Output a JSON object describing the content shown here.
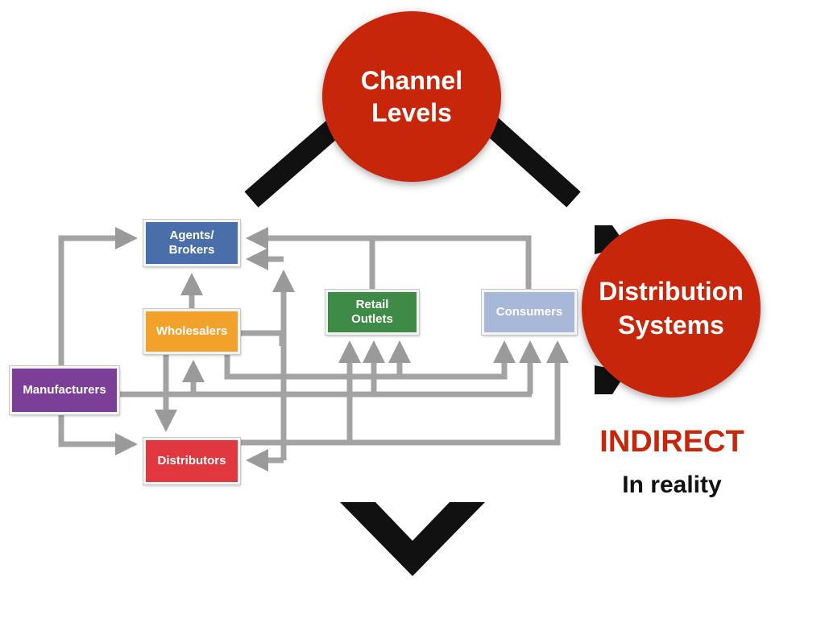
{
  "circles": {
    "channel_levels": "Channel\nLevels",
    "distribution_systems": "Distribution\nSystems"
  },
  "boxes": {
    "agents": "Agents/\nBrokers",
    "wholesalers": "Wholesalers",
    "manufacturers": "Manufacturers",
    "distributors": "Distributors",
    "retail": "Retail\nOutlets",
    "consumers": "Consumers"
  },
  "labels": {
    "indirect": "INDIRECT",
    "reality": "In reality"
  },
  "colors": {
    "accent_red": "#c8260a",
    "agents": "#4a6ea9",
    "wholesalers": "#f2a12b",
    "manufacturers": "#7b3f98",
    "distributors": "#e0383e",
    "retail": "#3e8a47",
    "consumers": "#a7b8d9"
  }
}
